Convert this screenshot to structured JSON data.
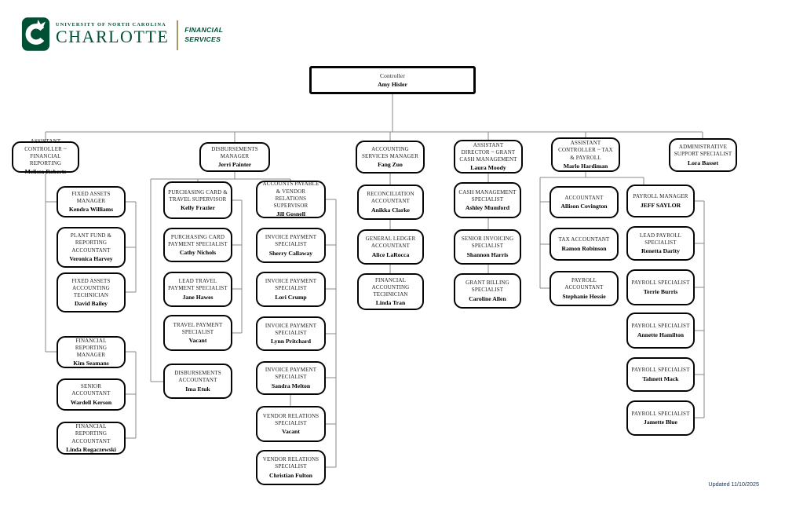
{
  "logo": {
    "university_line": "UNIVERSITY OF NORTH CAROLINA",
    "university_name": "CHARLOTTE",
    "department_line1": "FINANCIAL",
    "department_line2": "SERVICES"
  },
  "colors": {
    "brand_green": "#005035",
    "brand_gold": "#A49665",
    "connector_gray": "#8a8a8a",
    "box_border": "#000000"
  },
  "footer": {
    "updated": "Updated 11/10/2025"
  },
  "org": {
    "controller": {
      "title": "Controller",
      "name": "Amy Hisler"
    },
    "melissa": {
      "title": "ASSISTANT CONTROLLER ~ FINANCIAL REPORTING",
      "name": "Melissa Roberts"
    },
    "jerri": {
      "title": "DISBURSEMENTS MANAGER",
      "name": "Jerri Painter"
    },
    "fang": {
      "title": "ACCOUNTING SERVICES MANAGER",
      "name": "Fang Zuo"
    },
    "laura": {
      "title": "ASSISTANT DIRECTOR ~ GRANT CASH MANAGEMENT",
      "name": "Laura Moody"
    },
    "marlo": {
      "title": "ASSISTANT CONTROLLER ~ TAX & PAYROLL",
      "name": "Marlo Hardiman"
    },
    "lora": {
      "title": "ADMINISTRATIVE SUPPORT SPECIALIST",
      "name": "Lora Basset"
    },
    "kendra": {
      "title": "FIXED ASSETS MANAGER",
      "name": "Kendra Williams"
    },
    "veronica": {
      "title": "PLANT FUND & REPORTING ACCOUNTANT",
      "name": "Veronica Harvey"
    },
    "david": {
      "title": "FIXED ASSETS ACCOUNTING TECHNICIAN",
      "name": "David Bailey"
    },
    "kim": {
      "title": "FINANCIAL REPORTING MANAGER",
      "name": "Kim Seamans"
    },
    "wardell": {
      "title": "SENIOR ACCOUNTANT",
      "name": "Wardell Kerson"
    },
    "linda_r": {
      "title": "FINANCIAL REPORTING ACCOUNTANT",
      "name": "Linda Rogaczewski"
    },
    "kelly": {
      "title": "PURCHASING CARD & TRAVEL SUPERVISOR",
      "name": "Kelly Frazier"
    },
    "cathy": {
      "title": "PURCHASING CARD PAYMENT SPECIALIST",
      "name": "Cathy Nichols"
    },
    "jane": {
      "title": "LEAD TRAVEL PAYMENT SPECIALIST",
      "name": "Jane Hawes"
    },
    "vacant_travel": {
      "title": "TRAVEL PAYMENT SPECIALIST",
      "name": "Vacant"
    },
    "ima": {
      "title": "DISBURSEMENTS ACCOUNTANT",
      "name": "Ima Etuk"
    },
    "jill": {
      "title": "ACCOUNTS PAYABLE & VENDOR RELATIONS SUPERVISOR",
      "name": "Jill Gosnell"
    },
    "sherry": {
      "title": "INVOICE PAYMENT SPECIALIST",
      "name": "Sherry Callaway"
    },
    "lori": {
      "title": "INVOICE PAYMENT SPECIALIST",
      "name": "Lori Crump"
    },
    "lynn": {
      "title": "INVOICE PAYMENT SPECIALIST",
      "name": "Lynn Pritchard"
    },
    "sandra": {
      "title": "INVOICE PAYMENT SPECIALIST",
      "name": "Sandra Melton"
    },
    "vacant_vendor": {
      "title": "VENDOR RELATIONS SPECIALIST",
      "name": "Vacant"
    },
    "christian": {
      "title": "VENDOR RELATIONS SPECIALIST",
      "name": "Christian Fulton"
    },
    "anikka": {
      "title": "RECONCILIATION ACCOUNTANT",
      "name": "Anikka Clarke"
    },
    "alice": {
      "title": "GENERAL LEDGER ACCOUNTANT",
      "name": "Alice LaRocca"
    },
    "linda_t": {
      "title": "FINANCIAL ACCOUNTING TECHNICIAN",
      "name": "Linda Tran"
    },
    "ashley": {
      "title": "CASH MANAGEMENT SPECIALIST",
      "name": "Ashley Mumford"
    },
    "shannon": {
      "title": "SENIOR INVOICING SPECIALIST",
      "name": "Shannon Harris"
    },
    "caroline": {
      "title": "GRANT BILLING SPECIALIST",
      "name": "Caroline Allen"
    },
    "allison": {
      "title": "ACCOUNTANT",
      "name": "Allison Covington"
    },
    "ramon": {
      "title": "TAX ACCOUNTANT",
      "name": "Ramon Robinson"
    },
    "stephanie": {
      "title": "PAYROLL ACCOUNTANT",
      "name": "Stephanie Hessie"
    },
    "jeff": {
      "title": "PAYROLL MANAGER",
      "name": "JEFF SAYLOR"
    },
    "renetta": {
      "title": "LEAD PAYROLL SPECIALIST",
      "name": "Renetta Darity"
    },
    "terrie": {
      "title": "PAYROLL SPECIALIST",
      "name": "Terrie Burris"
    },
    "annette": {
      "title": "PAYROLL SPECIALIST",
      "name": "Annette Hamilton"
    },
    "tahnett": {
      "title": "PAYROLL SPECIALIST",
      "name": "Tahnett Mack"
    },
    "jamette": {
      "title": "PAYROLL SPECIALIST",
      "name": "Jamette Blue"
    }
  }
}
